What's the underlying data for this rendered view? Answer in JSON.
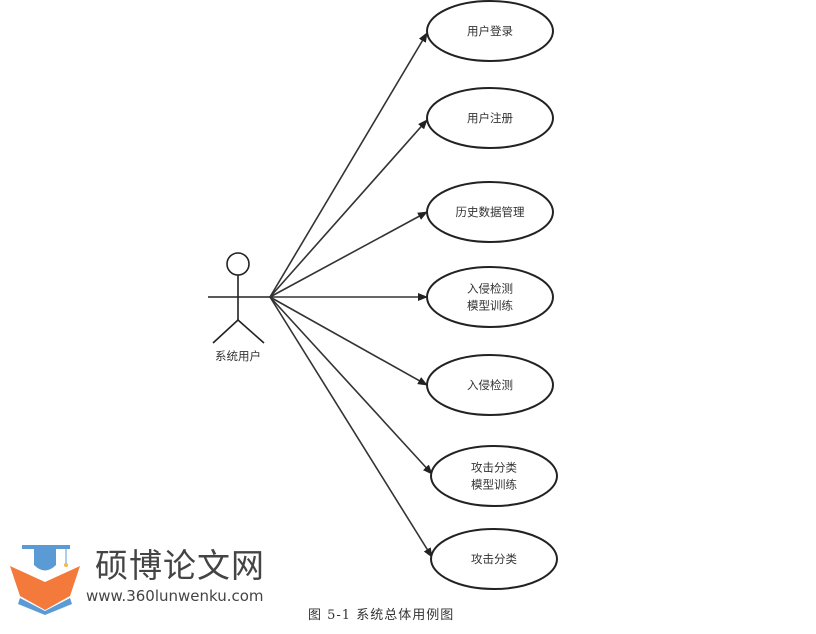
{
  "actor": {
    "label": "系统用户"
  },
  "use_cases": [
    {
      "id": "login",
      "lines": [
        "用户登录"
      ]
    },
    {
      "id": "register",
      "lines": [
        "用户注册"
      ]
    },
    {
      "id": "history",
      "lines": [
        "历史数据管理"
      ]
    },
    {
      "id": "ids-train",
      "lines": [
        "入侵检测",
        "模型训练"
      ]
    },
    {
      "id": "ids",
      "lines": [
        "入侵检测"
      ]
    },
    {
      "id": "attack-train",
      "lines": [
        "攻击分类",
        "模型训练"
      ]
    },
    {
      "id": "attack",
      "lines": [
        "攻击分类"
      ]
    }
  ],
  "caption": "图 5-1  系统总体用例图",
  "watermark": {
    "name": "硕博论文网",
    "url": "www.360lunwenku.com"
  }
}
